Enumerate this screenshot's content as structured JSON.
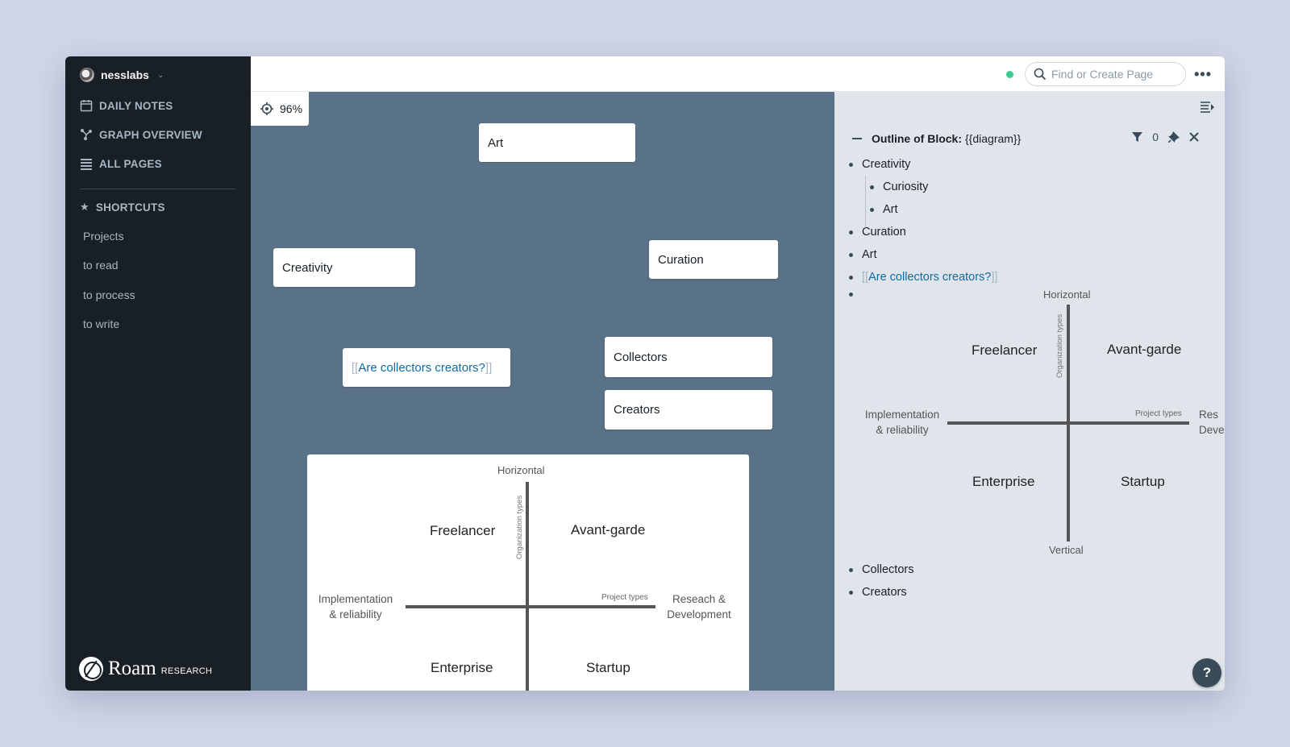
{
  "sidebar": {
    "graph_name": "nesslabs",
    "nav": {
      "daily_notes": "DAILY NOTES",
      "graph_overview": "GRAPH OVERVIEW",
      "all_pages": "ALL PAGES"
    },
    "shortcuts_label": "SHORTCUTS",
    "shortcuts": [
      "Projects",
      "to read",
      "to process",
      "to write"
    ],
    "logo_word": "Roam",
    "logo_sub": "RESEARCH"
  },
  "topbar": {
    "search_placeholder": "Find or Create Page",
    "sync_status_color": "#3dcc91"
  },
  "canvas": {
    "zoom": "96%",
    "nodes": {
      "art": "Art",
      "creativity": "Creativity",
      "curation": "Curation",
      "collectors": "Collectors",
      "creators": "Creators",
      "question": "Are collectors creators?"
    },
    "brackets": {
      "open": "[[",
      "close": "]]"
    },
    "background_color": "#5a7288"
  },
  "diagram": {
    "top": "Horizontal",
    "bottom": "Vertical",
    "left_line1": "Implementation",
    "left_line2": "& reliability",
    "right_line1": "Reseach &",
    "right_line2": "Development",
    "right_cut_line1": "Res",
    "right_cut_line2": "Deve",
    "vertical_axis": "Organization types",
    "horizontal_axis": "Project types",
    "quadrants": {
      "top_left": "Freelancer",
      "top_right": "Avant-garde",
      "bottom_left": "Enterprise",
      "bottom_right": "Startup"
    }
  },
  "outline": {
    "title": "Outline of Block:",
    "block_ref": "{{diagram}}",
    "filter_count": "0",
    "items": {
      "creativity": "Creativity",
      "curiosity": "Curiosity",
      "art_child": "Art",
      "curation": "Curation",
      "art": "Art",
      "question": "Are collectors creators?",
      "collectors": "Collectors",
      "creators": "Creators"
    }
  },
  "help_label": "?"
}
